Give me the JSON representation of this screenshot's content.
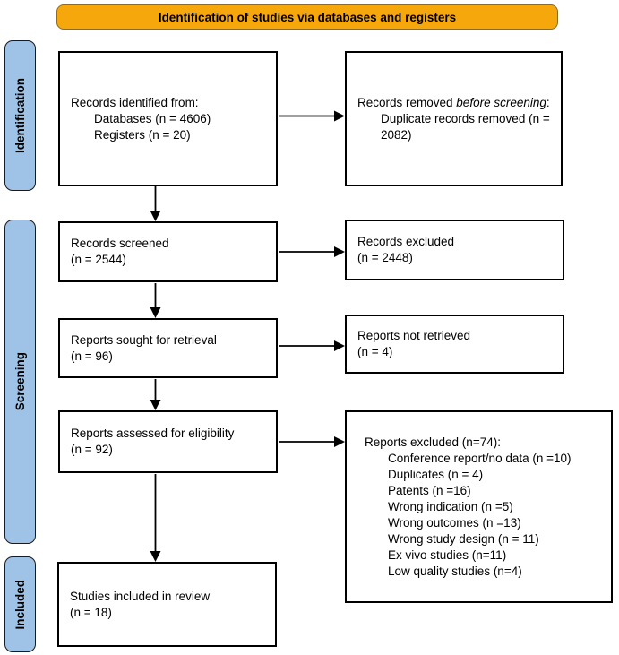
{
  "banner": {
    "title": "Identification of studies via databases and registers"
  },
  "side_labels": {
    "identification": "Identification",
    "screening": "Screening",
    "included": "Included"
  },
  "boxes": {
    "records_identified": {
      "heading": "Records identified from:",
      "items": [
        "Databases (n = 4606)",
        "Registers (n = 20)"
      ]
    },
    "records_removed": {
      "prefix": "Records removed ",
      "italic": "before screening",
      "suffix": ":",
      "items": [
        "Duplicate records removed (n = 2082)"
      ]
    },
    "records_screened": {
      "line1": "Records screened",
      "line2": "(n = 2544)"
    },
    "records_excluded": {
      "line1": "Records excluded",
      "line2": "(n = 2448)"
    },
    "reports_sought": {
      "line1": "Reports sought for retrieval",
      "line2": "(n = 96)"
    },
    "reports_not_retrieved": {
      "line1": "Reports not retrieved",
      "line2": "(n = 4)"
    },
    "reports_assessed": {
      "line1": "Reports assessed for eligibility",
      "line2": "(n = 92)"
    },
    "reports_excluded": {
      "heading": "Reports excluded (n=74):",
      "items": [
        "Conference report/no data (n =10)",
        "Duplicates (n = 4)",
        "Patents (n =16)",
        "Wrong indication (n =5)",
        "Wrong outcomes (n =13)",
        "Wrong study design (n = 11)",
        "Ex vivo studies (n=11)",
        "Low quality studies (n=4)"
      ]
    },
    "studies_included": {
      "line1": "Studies included in review",
      "line2": "(n = 18)"
    }
  },
  "colors": {
    "banner_fill": "#F6A70B",
    "banner_border": "#8A6D1F",
    "stage_fill": "#9FC3E7"
  }
}
